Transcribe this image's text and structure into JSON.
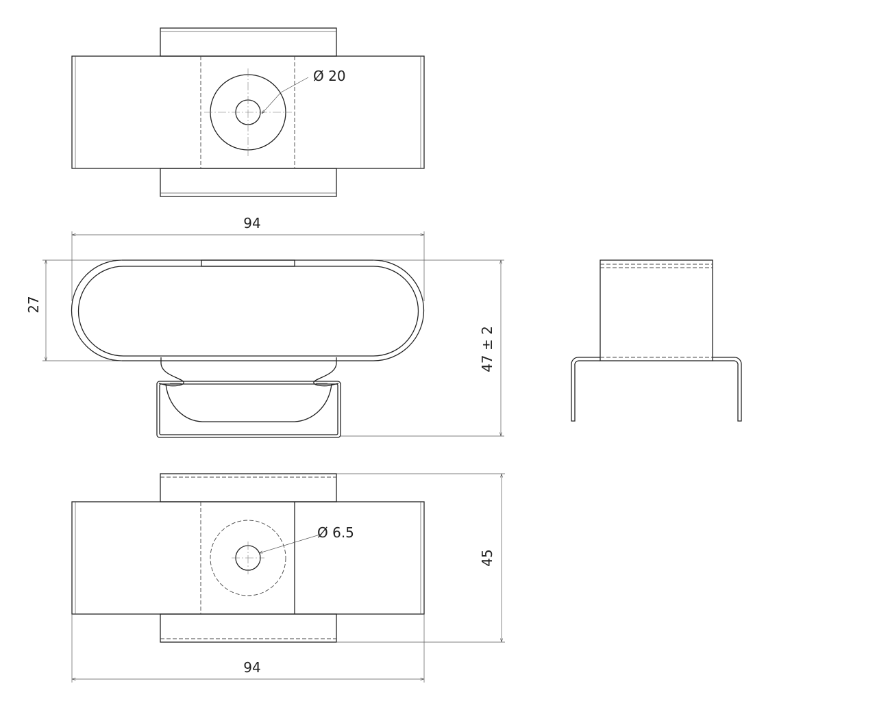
{
  "drawing": {
    "top_view": {
      "hole_label": "Ø 20"
    },
    "bottom_view": {
      "hole_label": "Ø 6.5",
      "height_label": "45",
      "width_label": "94"
    },
    "side_view": {
      "width_label": "94",
      "loop_height_label": "27",
      "total_height_label": "47 ± 2"
    },
    "colors": {
      "line": "#222222",
      "background": "#ffffff"
    }
  }
}
